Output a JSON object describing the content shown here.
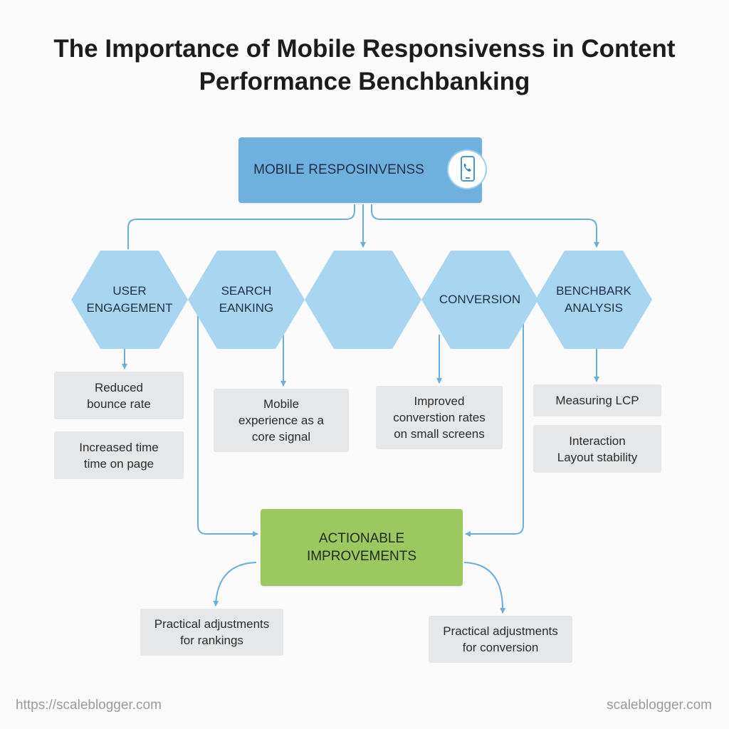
{
  "title": {
    "line1": "The Importance of Mobile Responsivenss in Content",
    "line2": "Performance Benchbanking"
  },
  "top_node": {
    "label": "MOBILE RESPOSINVENSS",
    "icon": "phone-icon"
  },
  "hexagons": [
    {
      "label": "USER\nENGAGEMENT"
    },
    {
      "label": "SEARCH\nEANKING"
    },
    {
      "label": ""
    },
    {
      "label": "CONVERSION"
    },
    {
      "label": "BENCHBARK\nANALYSIS"
    }
  ],
  "cards": {
    "user_engagement": [
      "Reduced\nbounce rate",
      "Increased time\ntime on page"
    ],
    "search_ranking": [
      "Mobile\nexperience as a\ncore signal"
    ],
    "conversion": [
      "Improved\nconverstion rates\non small screens"
    ],
    "benchmark": [
      "Measuring LCP",
      "Interaction\nLayout stability"
    ]
  },
  "actionable": {
    "label": "ACTIONABLE\nIMPROVEMENTS"
  },
  "adjustments": {
    "rankings": "Practical adjustments\nfor rankings",
    "conversion": "Practical adjustments\nfor conversion"
  },
  "footer": {
    "left": "https://scaleblogger.com",
    "right": "scaleblogger.com"
  },
  "colors": {
    "top_node": "#6eb1df",
    "hexagon": "#a8d5ef",
    "card": "#e6e7e8",
    "actionable": "#9bc95f",
    "connector": "#6aaee0"
  }
}
